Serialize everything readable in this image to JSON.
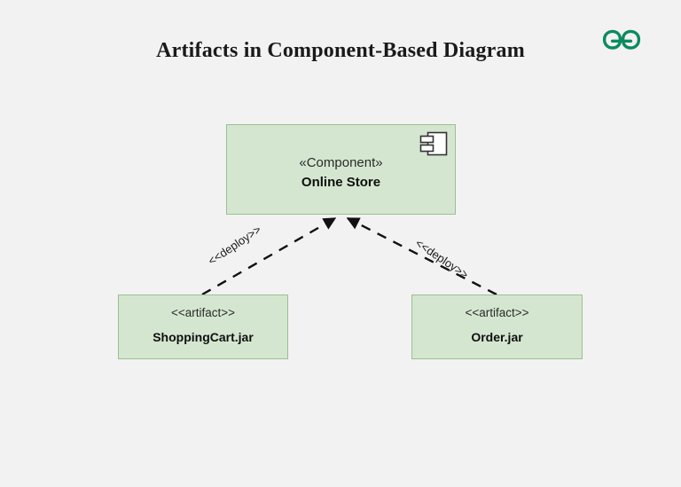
{
  "page": {
    "title": "Artifacts in Component-Based Diagram",
    "background_color": "#f2f2f2"
  },
  "logo": {
    "name": "geeksforgeeks-logo",
    "color": "#0b8a5f"
  },
  "diagram": {
    "type": "uml-component-deployment-diagram",
    "node_fill_color": "#d4e6d0",
    "node_border_color": "#9cbf94",
    "component": {
      "stereotype": "«Component»",
      "name": "Online Store",
      "icon": "component-icon"
    },
    "artifacts": [
      {
        "stereotype": "<<artifact>>",
        "name": "ShoppingCart.jar"
      },
      {
        "stereotype": "<<artifact>>",
        "name": "Order.jar"
      }
    ],
    "edges": [
      {
        "label": "<<deploy>>",
        "from": "ShoppingCart.jar",
        "to": "Online Store",
        "style": "dashed",
        "arrowhead": "filled-triangle"
      },
      {
        "label": "<<deploy>>",
        "from": "Order.jar",
        "to": "Online Store",
        "style": "dashed",
        "arrowhead": "filled-triangle"
      }
    ]
  }
}
